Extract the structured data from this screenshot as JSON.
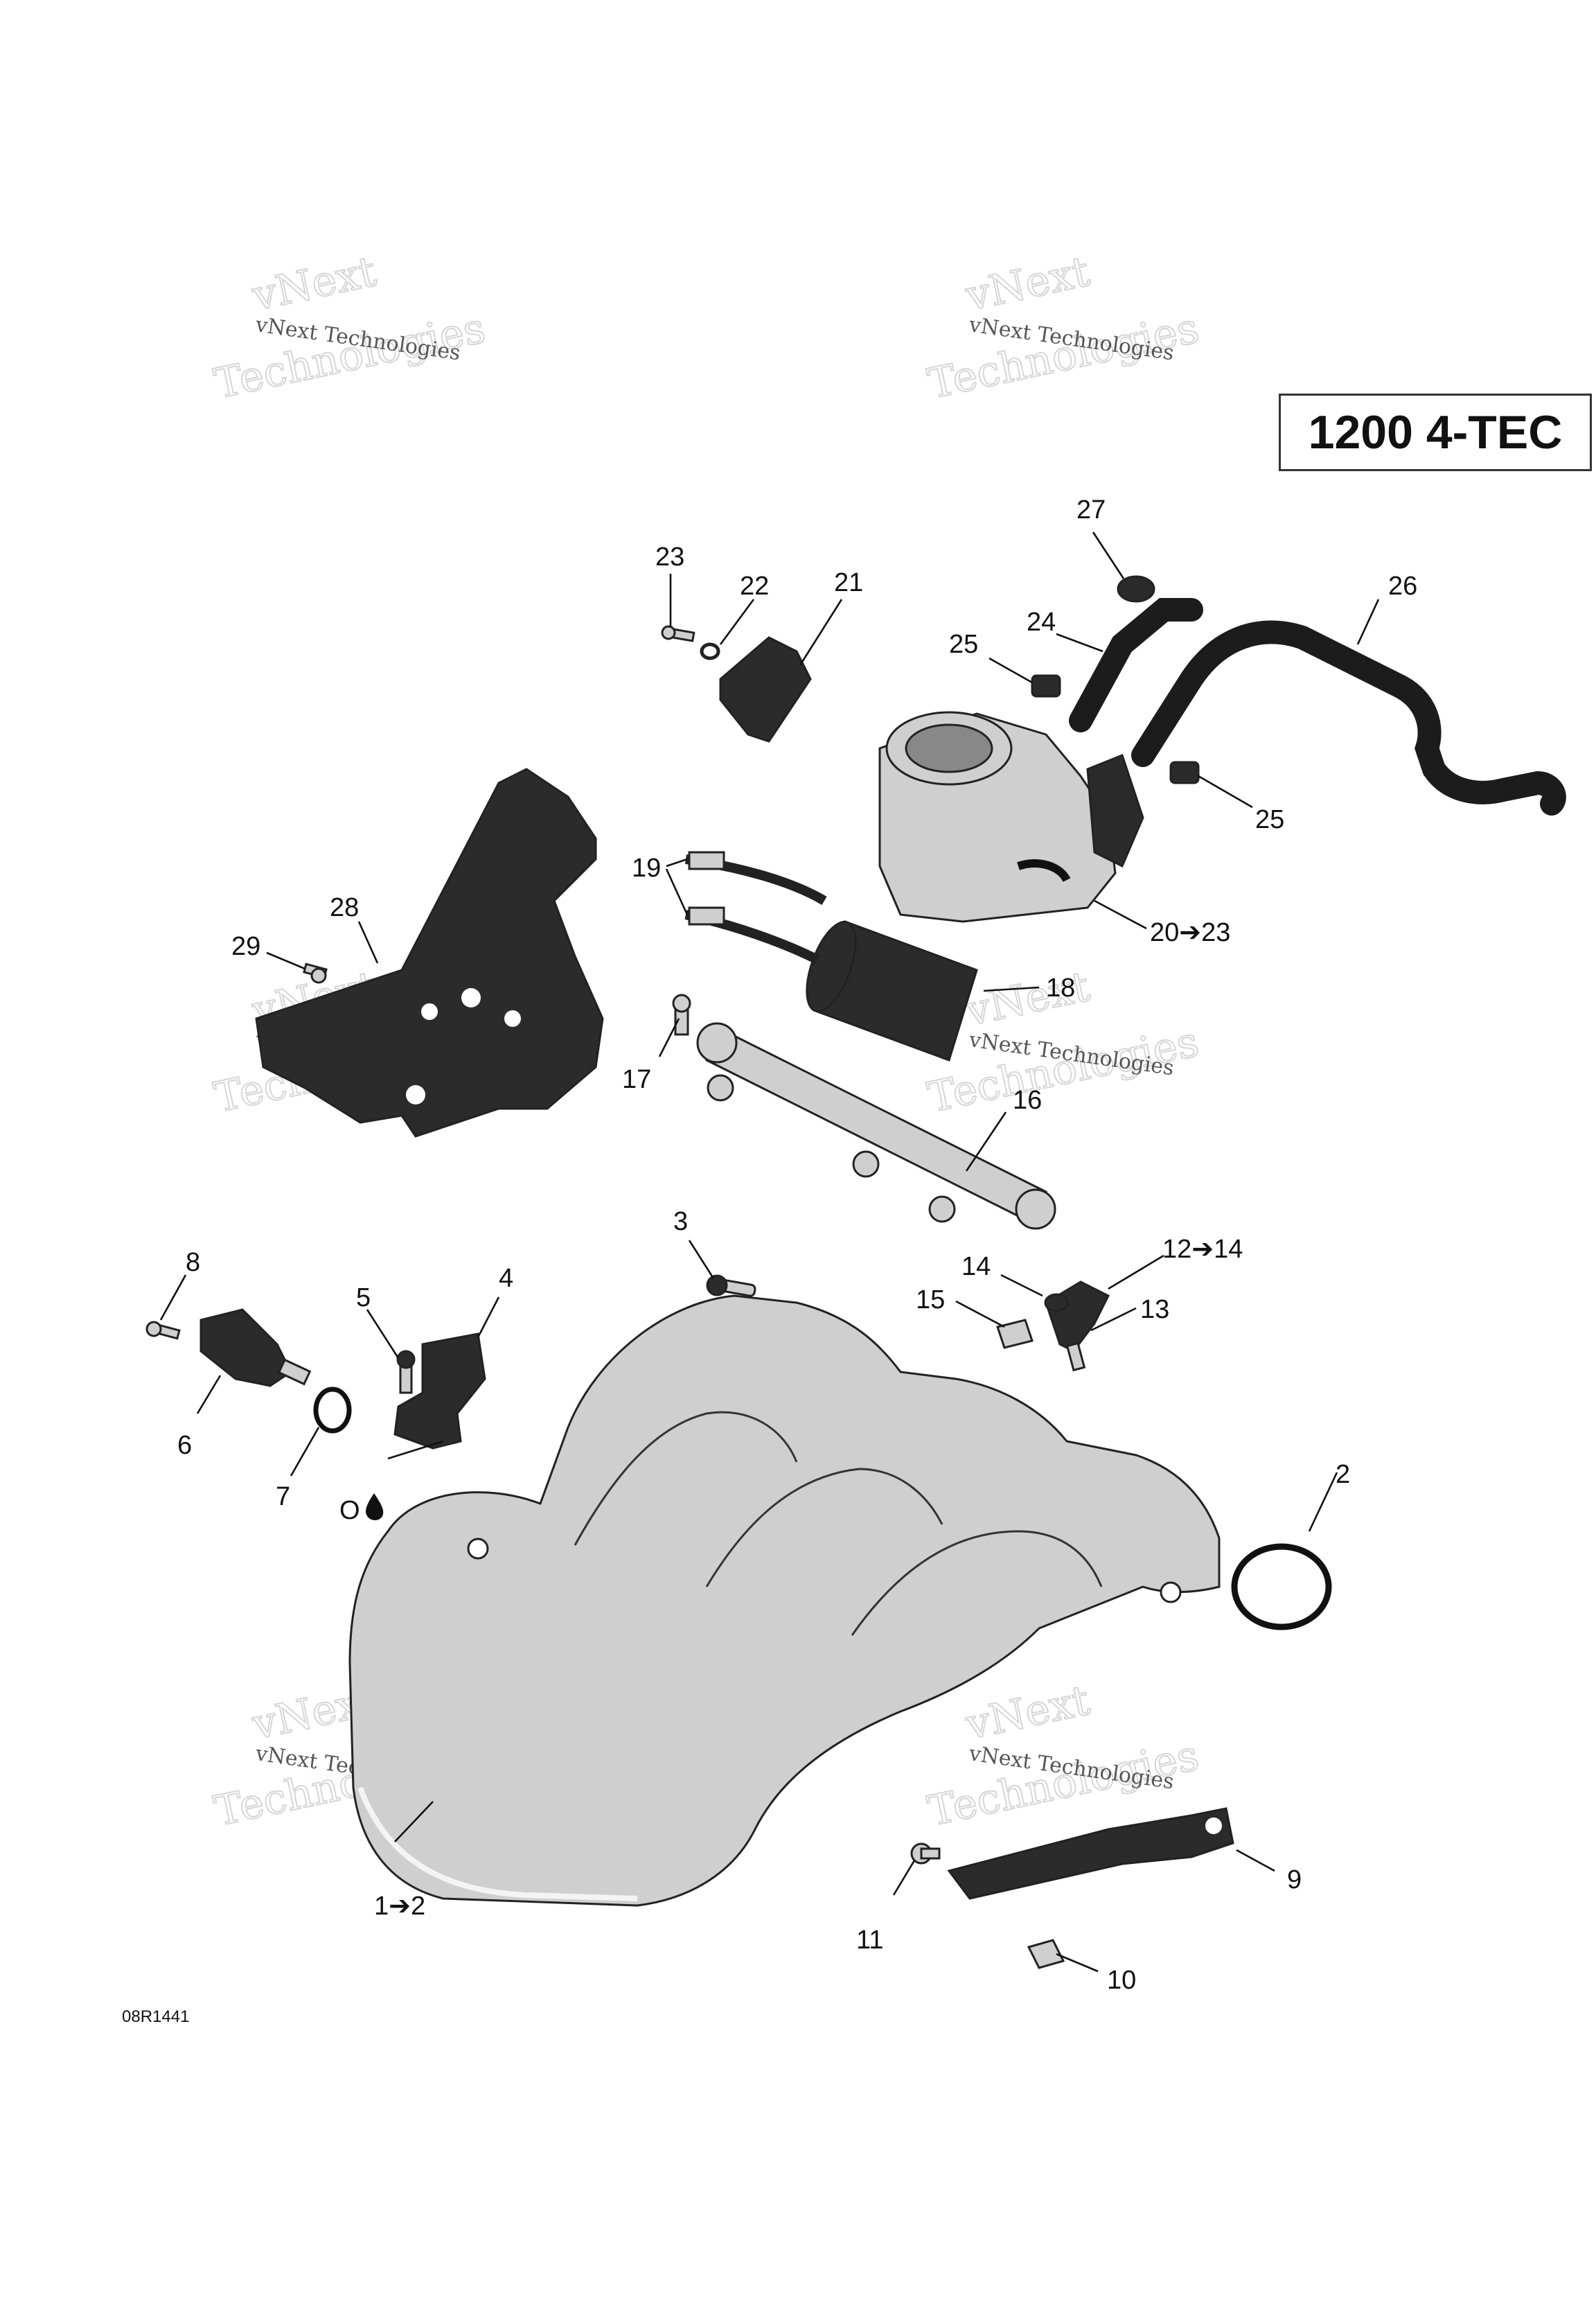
{
  "title": "1200 4-TEC",
  "figure_ref": "08R1441",
  "watermark": {
    "line1": "vNext",
    "line2": "Technologies",
    "small": "vNext Technologies"
  },
  "callouts": {
    "c1": "1➔2",
    "c2": "2",
    "c3": "3",
    "c4": "4",
    "c5": "5",
    "c6": "6",
    "c7": "7",
    "c8": "8",
    "c9": "9",
    "c10": "10",
    "c11": "11",
    "c12": "12➔14",
    "c13": "13",
    "c14": "14",
    "c15": "15",
    "c16": "16",
    "c17": "17",
    "c18": "18",
    "c19": "19",
    "c20": "20➔23",
    "c21": "21",
    "c22": "22",
    "c23": "23",
    "c24": "24",
    "c25a": "25",
    "c25b": "25",
    "c26": "26",
    "c27": "27",
    "c28": "28",
    "c29": "29",
    "oil": "O"
  }
}
